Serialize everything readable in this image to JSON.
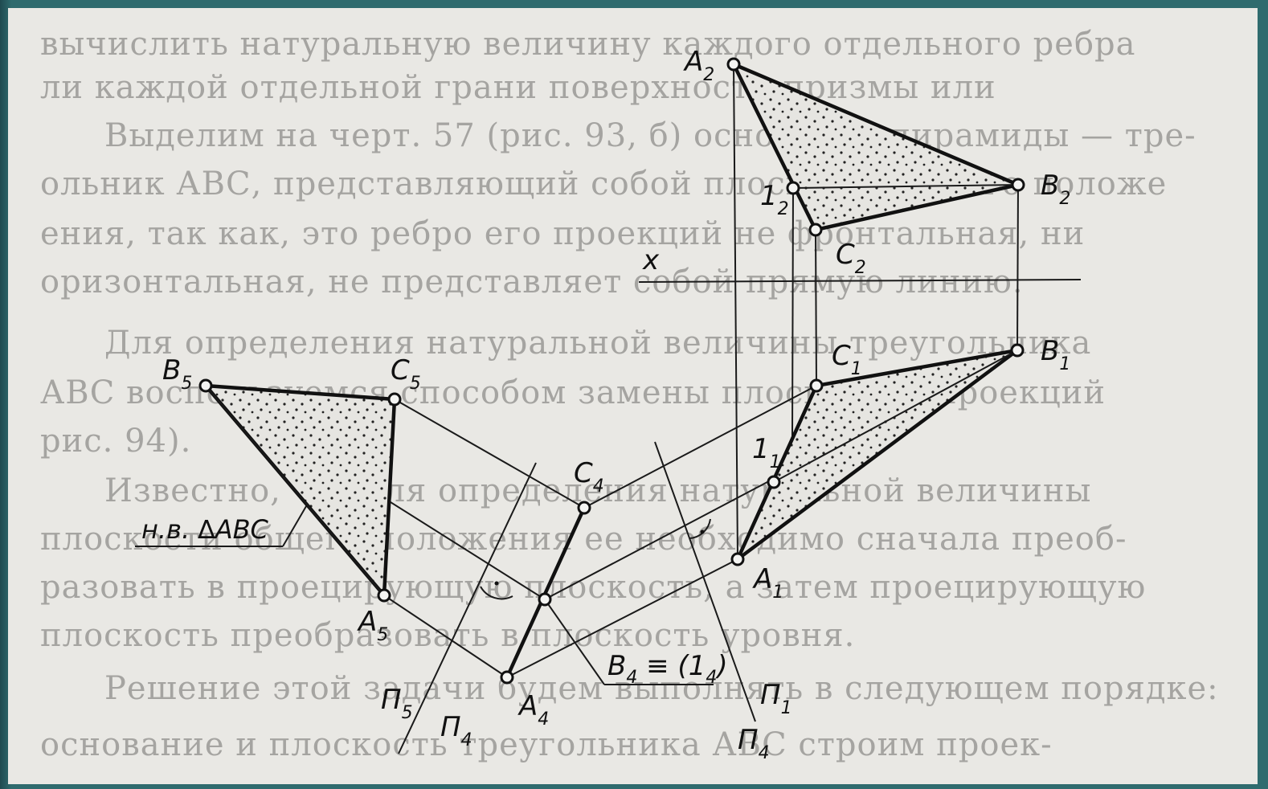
{
  "background_text": [
    "вычислить натуральную величину каждого отдельного ребра",
    "ли каждой отдельной грани поверхности призмы или",
    "Выделим на черт. 57 (рис. 93, б) основание пирамиды — тре-",
    "ольник АВС, представляющий собой плоскость общего положе",
    "ения, так как, это ребро его проекций не фронтальная, ни",
    "оризонтальная, не представляет собой прямую линию.",
    "Для определения натуральной величины треугольника",
    "АВС воспользуемся способом замены плоскостей проекций",
    "рис. 94).",
    "Известно, что для определения натуральной величины",
    "плоскости общего положения ее необходимо сначала преоб-",
    "разовать в проецирующую плоскость, а затем проецирующую",
    "плоскость преобразовать в плоскость уровня.",
    "Решение этой задачи будем выполнять в следующем порядке:",
    "основание и плоскость треугольника АВС строим проек-"
  ],
  "labels": {
    "A2": "A",
    "A2_sub": "2",
    "B2": "B",
    "B2_sub": "2",
    "C2": "C",
    "C2_sub": "2",
    "one2": "1",
    "one2_sub": "2",
    "x_axis": "x",
    "B1": "B",
    "B1_sub": "1",
    "C1": "C",
    "C1_sub": "1",
    "A1": "A",
    "A1_sub": "1",
    "one1": "1",
    "one1_sub": "1",
    "B5": "B",
    "B5_sub": "5",
    "C5": "C",
    "C5_sub": "5",
    "A5": "A",
    "A5_sub": "5",
    "C4": "C",
    "C4_sub": "4",
    "A4": "A",
    "A4_sub": "4",
    "B4_eq": "B",
    "B4_eq_sub": "4",
    "B4_eq_rest": " ≡ (1",
    "B4_eq_sub2": "4",
    "B4_eq_close": ")",
    "nv_text": "н.в. ∆ABC",
    "P1": "П",
    "P1_sub": "1",
    "P4_right": "П",
    "P4_right_sub": "4",
    "P4_left": "П",
    "P4_left_sub": "4",
    "P5": "П",
    "P5_sub": "5"
  },
  "colors": {
    "slide_frame": "#2f6b6e",
    "paper": "#e9e8e4",
    "ink": "#111111"
  }
}
